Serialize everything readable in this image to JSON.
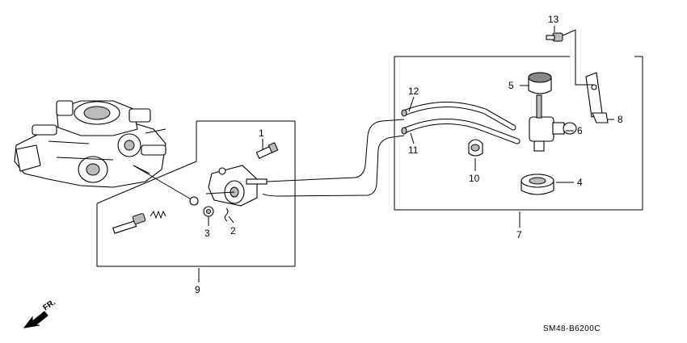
{
  "callouts": [
    "1",
    "2",
    "3",
    "4",
    "5",
    "6",
    "7",
    "8",
    "9",
    "10",
    "11",
    "12",
    "13"
  ],
  "diagram_code": "SM48-B6200C",
  "direction_label": "FR.",
  "icons": [
    "front-direction-arrow-icon"
  ]
}
